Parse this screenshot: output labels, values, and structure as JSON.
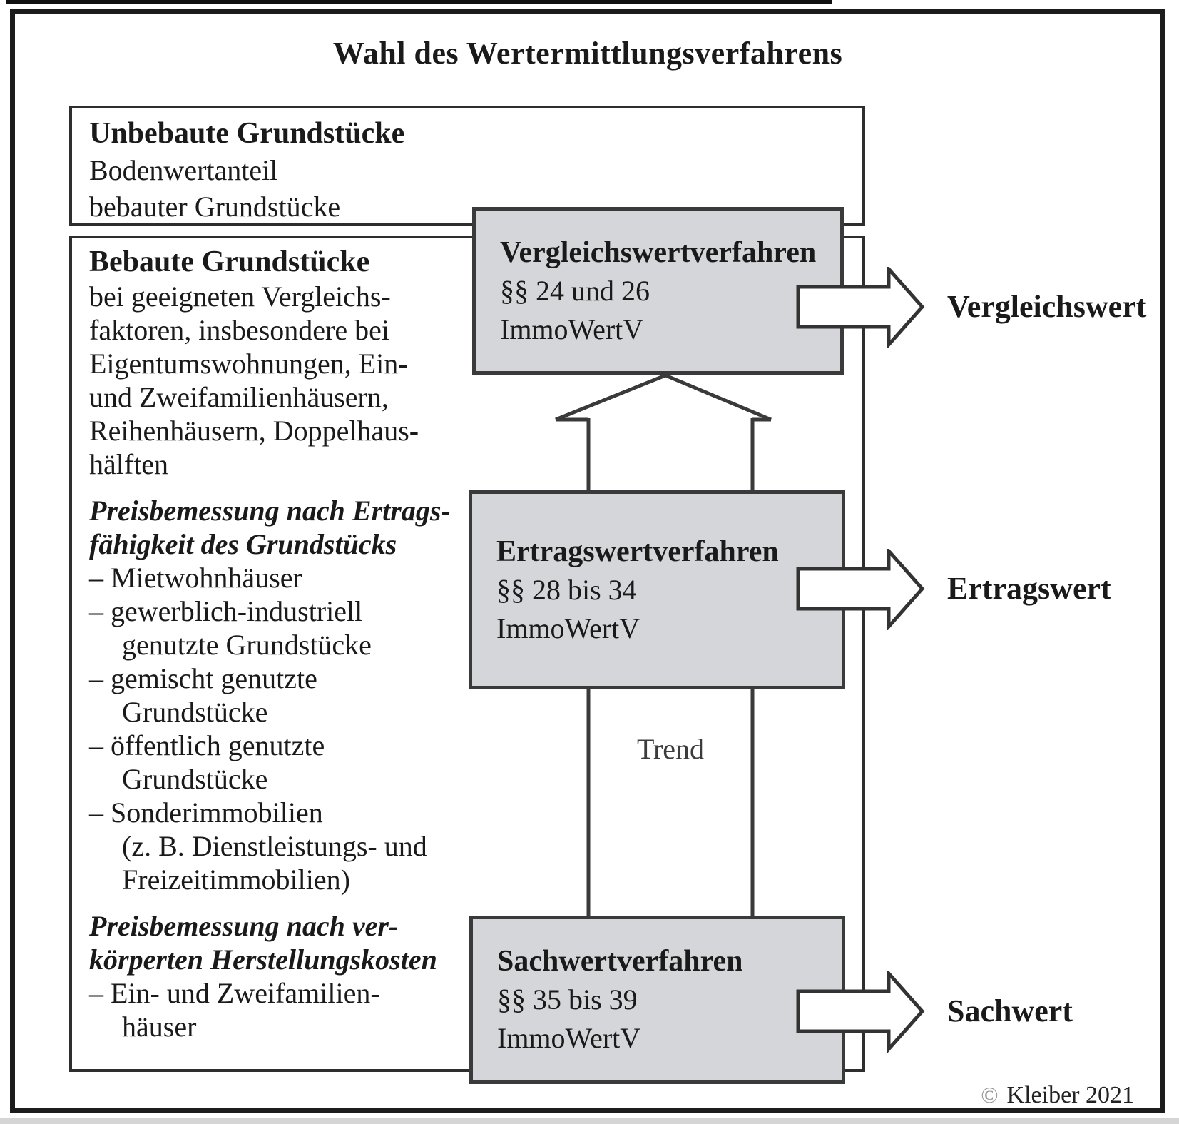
{
  "title": "Wahl des Wertermittlungsverfahrens",
  "panels": {
    "unbebaute": {
      "lines": [
        {
          "text": "Unbebaute Grundstücke"
        },
        {
          "text": "Bodenwertanteil"
        },
        {
          "text": "bebauter Grundstücke"
        }
      ]
    },
    "bebaute": {
      "lines": [
        {
          "text": "Bebaute Grundstücke"
        },
        {
          "text": "bei geeigneten Vergleichs-"
        },
        {
          "text": "faktoren, insbesondere bei"
        },
        {
          "text": "Eigentumswohnungen, Ein-"
        },
        {
          "text": "und Zweifamilienhäusern,"
        },
        {
          "text": "Reihenhäusern, Doppelhaus-"
        },
        {
          "text": "hälften"
        },
        {
          "text": "Preisbemessung nach Ertrags-"
        },
        {
          "text": "fähigkeit des Grundstücks"
        },
        {
          "text": "– Mietwohnhäuser"
        },
        {
          "text": "– gewerblich-industriell"
        },
        {
          "text": "genutzte Grundstücke"
        },
        {
          "text": "– gemischt genutzte"
        },
        {
          "text": "Grundstücke"
        },
        {
          "text": "– öffentlich genutzte"
        },
        {
          "text": "Grundstücke"
        },
        {
          "text": "– Sonderimmobilien"
        },
        {
          "text": "(z. B. Dienstleistungs- und"
        },
        {
          "text": "Freizeitimmobilien)"
        },
        {
          "text": "Preisbemessung nach ver-"
        },
        {
          "text": "körperten Herstellungskosten"
        },
        {
          "text": "– Ein- und Zweifamilien-"
        },
        {
          "text": "häuser"
        }
      ]
    }
  },
  "methods": [
    {
      "name": "Vergleichswertverfahren",
      "sections": "§§ 24 und 26",
      "regulation": "ImmoWertV",
      "result": "Vergleichswert"
    },
    {
      "name": "Ertragswertverfahren",
      "sections": "§§ 28 bis 34",
      "regulation": "ImmoWertV",
      "result": "Ertragswert"
    },
    {
      "name": "Sachwertverfahren",
      "sections": "§§ 35 bis 39",
      "regulation": "ImmoWertV",
      "result": "Sachwert"
    }
  ],
  "trend": {
    "label": "Trend"
  },
  "copyright": {
    "symbol": "©",
    "holder": "Kleiber 2021"
  },
  "colors": {
    "method_box_fill": "#d4d6d9",
    "border_dark": "#3a3a3a",
    "frame": "#1c1c1c",
    "text": "#1a1a1a"
  }
}
